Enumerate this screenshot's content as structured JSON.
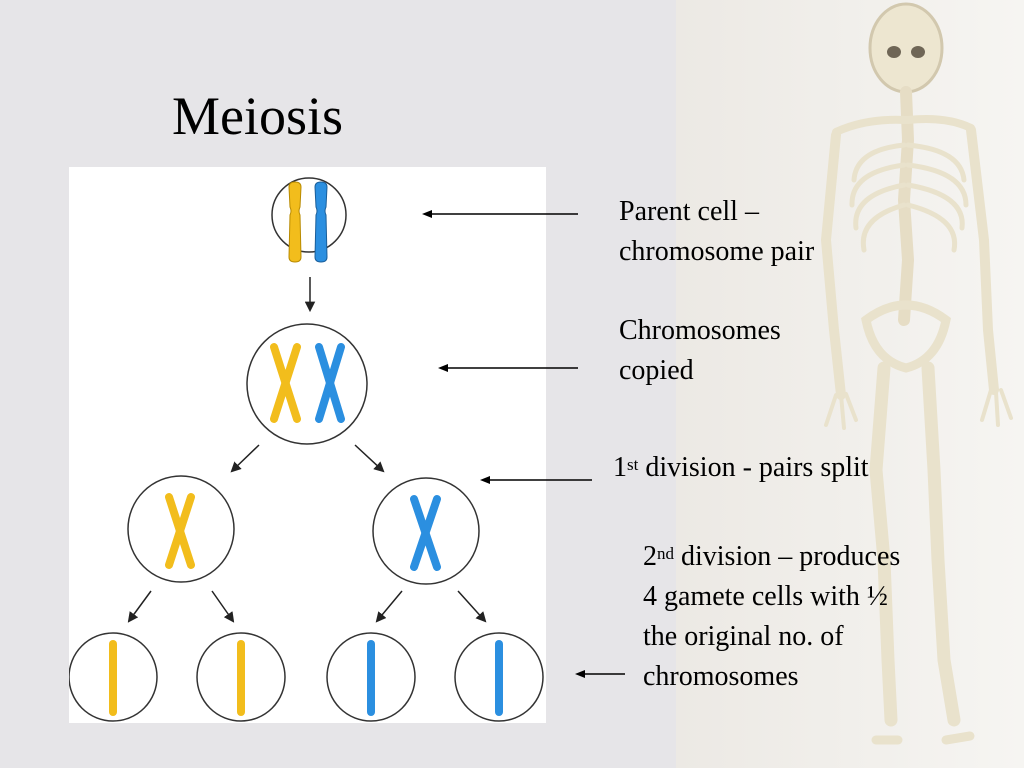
{
  "slide": {
    "title": "Meiosis"
  },
  "annotations": {
    "note1": {
      "line1": "Parent cell –",
      "line2": "chromosome pair"
    },
    "note2": {
      "line1": "Chromosomes",
      "line2": "copied"
    },
    "note3": {
      "prefix": "1",
      "superscript": "st",
      "text": " division - pairs split"
    },
    "note4": {
      "prefix": "2",
      "superscript": "nd",
      "line1_rest": " division – produces",
      "line2": "4 gamete cells with ½",
      "line3": "the original no. of",
      "line4": "chromosomes"
    }
  },
  "colors": {
    "background": "#e6e5e8",
    "panel": "#ffffff",
    "chromosome_yellow": "#f2bd1c",
    "chromosome_blue": "#2b8fe0",
    "outline": "#333333",
    "bone": "#eee8d4"
  }
}
